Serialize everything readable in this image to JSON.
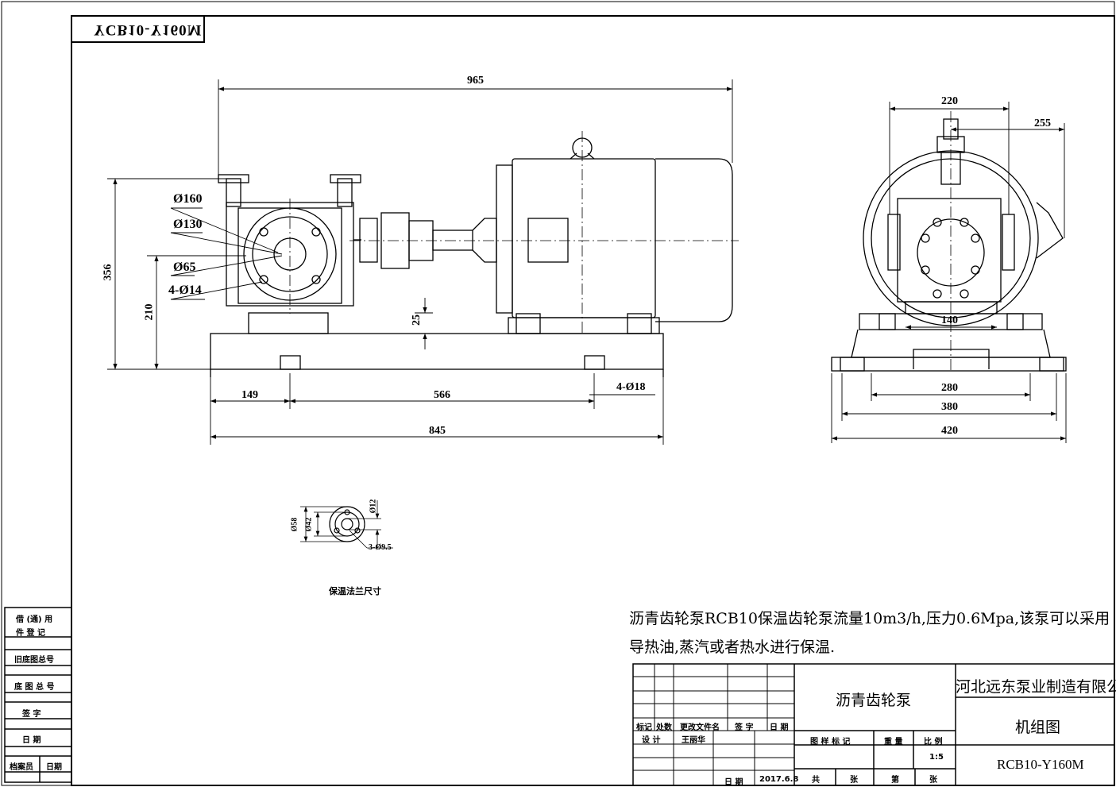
{
  "drawing_code_mirrored": "YCB10-Y160M",
  "dimensions": {
    "d965": "965",
    "d356": "356",
    "d210": "210",
    "d25": "25",
    "d149": "149",
    "d566": "566",
    "d845": "845",
    "bolt_holes": "4-Ø18",
    "phi160": "Ø160",
    "phi130": "Ø130",
    "phi65": "Ø65",
    "flange_holes": "4-Ø14",
    "d220": "220",
    "d255": "255",
    "d140": "140",
    "d280": "280",
    "d380": "380",
    "d420": "420"
  },
  "flange_detail": {
    "phi58": "Ø58",
    "phi42": "Ø42",
    "phi12": "Ø12",
    "holes": "3-Ø9.5",
    "caption": "保温法兰尺寸"
  },
  "note": {
    "line1": "沥青齿轮泵RCB10保温齿轮泵流量10m3/h,压力0.6Mpa,该泵可以采用",
    "line2": "导热油,蒸汽或者热水进行保温."
  },
  "left_stamp": {
    "borrow1": "借 (通) 用",
    "borrow2": "件  登  记",
    "old_total": "旧底图总号",
    "base_total": "底 图 总 号",
    "sign": "签   字",
    "date": "日   期",
    "archivist": "档案员",
    "date2": "日期"
  },
  "title_block": {
    "mark": "标记",
    "place": "处数",
    "change_doc": "更改文件名",
    "sign": "签  字",
    "date": "日 期",
    "design": "设  计",
    "designer": "王丽华",
    "date_label": "日  期",
    "date_value": "2017.6.8",
    "product_name": "沥青齿轮泵",
    "company": "河北远东泵业制造有限公司",
    "drawing_type": "机组图",
    "stage_mark": "图 样 标 记",
    "weight": "重 量",
    "scale": "比 例",
    "scale_value": "1:5",
    "total": "共",
    "sheets": "张",
    "sheet_no": "第",
    "sheets2": "张",
    "model": "RCB10-Y160M"
  }
}
